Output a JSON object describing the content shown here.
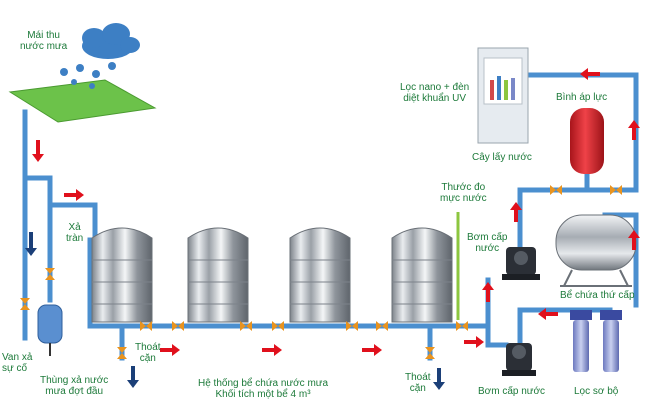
{
  "labels": {
    "roof": "Mái thu\nnước mưa",
    "overflow_valve": "Van xả\nsự cố",
    "first_flush": "Thùng xả nước\nmưa đợt đầu",
    "spill": "Xả\ntràn",
    "drain_1": "Thoát\ncặn",
    "drain_2": "Thoát\ncặn",
    "tank_system": "Hệ thống bể chứa nước mưa\nKhối tích một bể 4 m³",
    "level_gauge": "Thước đo\nmực nước",
    "booster_pump": "Bơm cấp\nnước",
    "supply_pump": "Bơm cấp nước",
    "secondary_tank": "Bể chứa thứ cấp",
    "prefilter": "Lọc sơ bộ",
    "pressure_tank": "Bình áp lực",
    "nano_uv": "Lọc nano + đèn\ndiệt khuẩn UV",
    "dispenser": "Cây lấy nước"
  },
  "colors": {
    "pipe": "#4b8fcf",
    "arrow": "#e0101c",
    "label": "#1d7a3a",
    "roof": "#6cc24a",
    "cloud": "#3d7fc4",
    "valve": "#e8931f",
    "pressure_tank": "#d9262b",
    "filter": "#7a88c8",
    "gauge": "#8cc63f"
  }
}
